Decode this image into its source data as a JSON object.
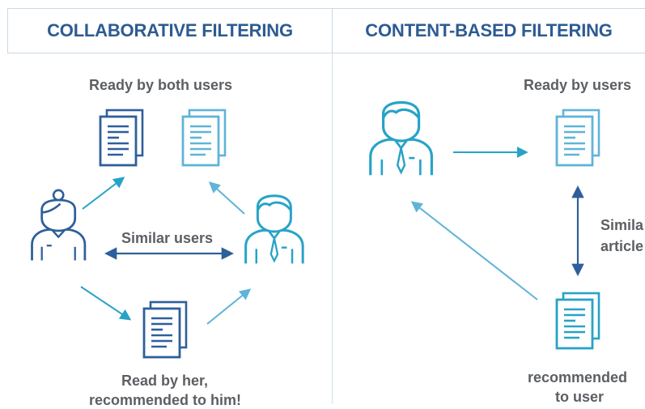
{
  "left_panel": {
    "title": "COLLABORATIVE FILTERING",
    "read_both_label": "Ready by both users",
    "similar_users_label": "Similar users",
    "recommend_line1": "Read by her,",
    "recommend_line2": "recommended to him!"
  },
  "right_panel": {
    "title": "CONTENT-BASED FILTERING",
    "read_by_users_label": "Ready by users",
    "similar_line1": "Simila",
    "similar_line2": "article",
    "recommended_line1": "recommended",
    "recommended_line2": "to user"
  },
  "colors": {
    "title": "#2d5b92",
    "dark_blue": "#2e5f9a",
    "teal": "#27a3c7",
    "light_blue": "#5fb4d8",
    "label": "#5c5f63"
  },
  "icons": [
    "woman-user-icon",
    "man-user-icon",
    "document-icon"
  ]
}
